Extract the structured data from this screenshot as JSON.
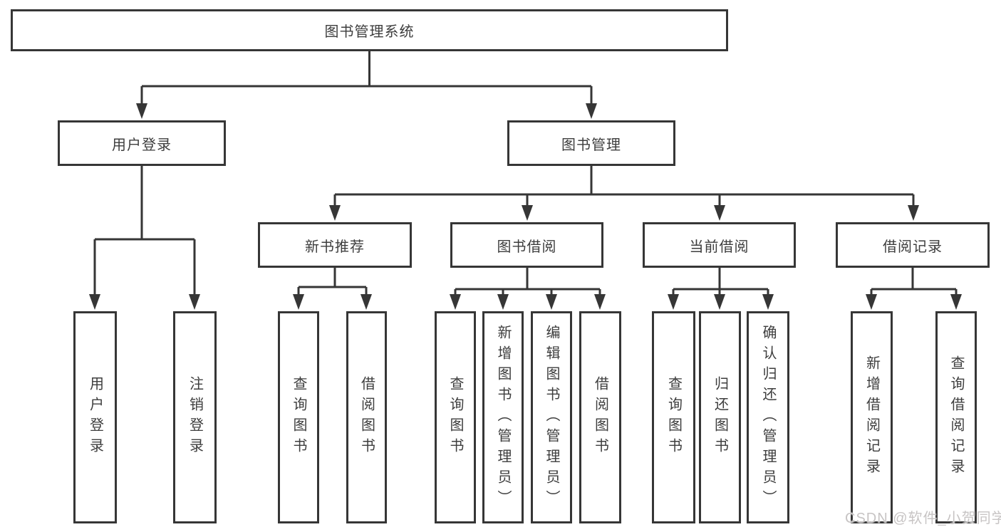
{
  "tree": {
    "root": {
      "label": "图书管理系统",
      "children": [
        {
          "label": "用户登录",
          "children": [
            {
              "label": "用户登录"
            },
            {
              "label": "注销登录"
            }
          ]
        },
        {
          "label": "图书管理",
          "children": [
            {
              "label": "新书推荐",
              "children": [
                {
                  "label": "查询图书"
                },
                {
                  "label": "借阅图书"
                }
              ]
            },
            {
              "label": "图书借阅",
              "children": [
                {
                  "label": "查询图书"
                },
                {
                  "label": "新增图书（管理员）"
                },
                {
                  "label": "编辑图书（管理员）"
                },
                {
                  "label": "借阅图书"
                }
              ]
            },
            {
              "label": "当前借阅",
              "children": [
                {
                  "label": "查询图书"
                },
                {
                  "label": "归还图书"
                },
                {
                  "label": "确认归还（管理员）"
                }
              ]
            },
            {
              "label": "借阅记录",
              "children": [
                {
                  "label": "新增借阅记录"
                },
                {
                  "label": "查询借阅记录"
                }
              ]
            }
          ]
        }
      ]
    }
  },
  "watermark": {
    "text": "CSDN @软件_小贺同学"
  },
  "colors": {
    "line": "#363636",
    "text": "#3d3d3d",
    "background": "#ffffff",
    "watermark": "#c7c4c4"
  }
}
